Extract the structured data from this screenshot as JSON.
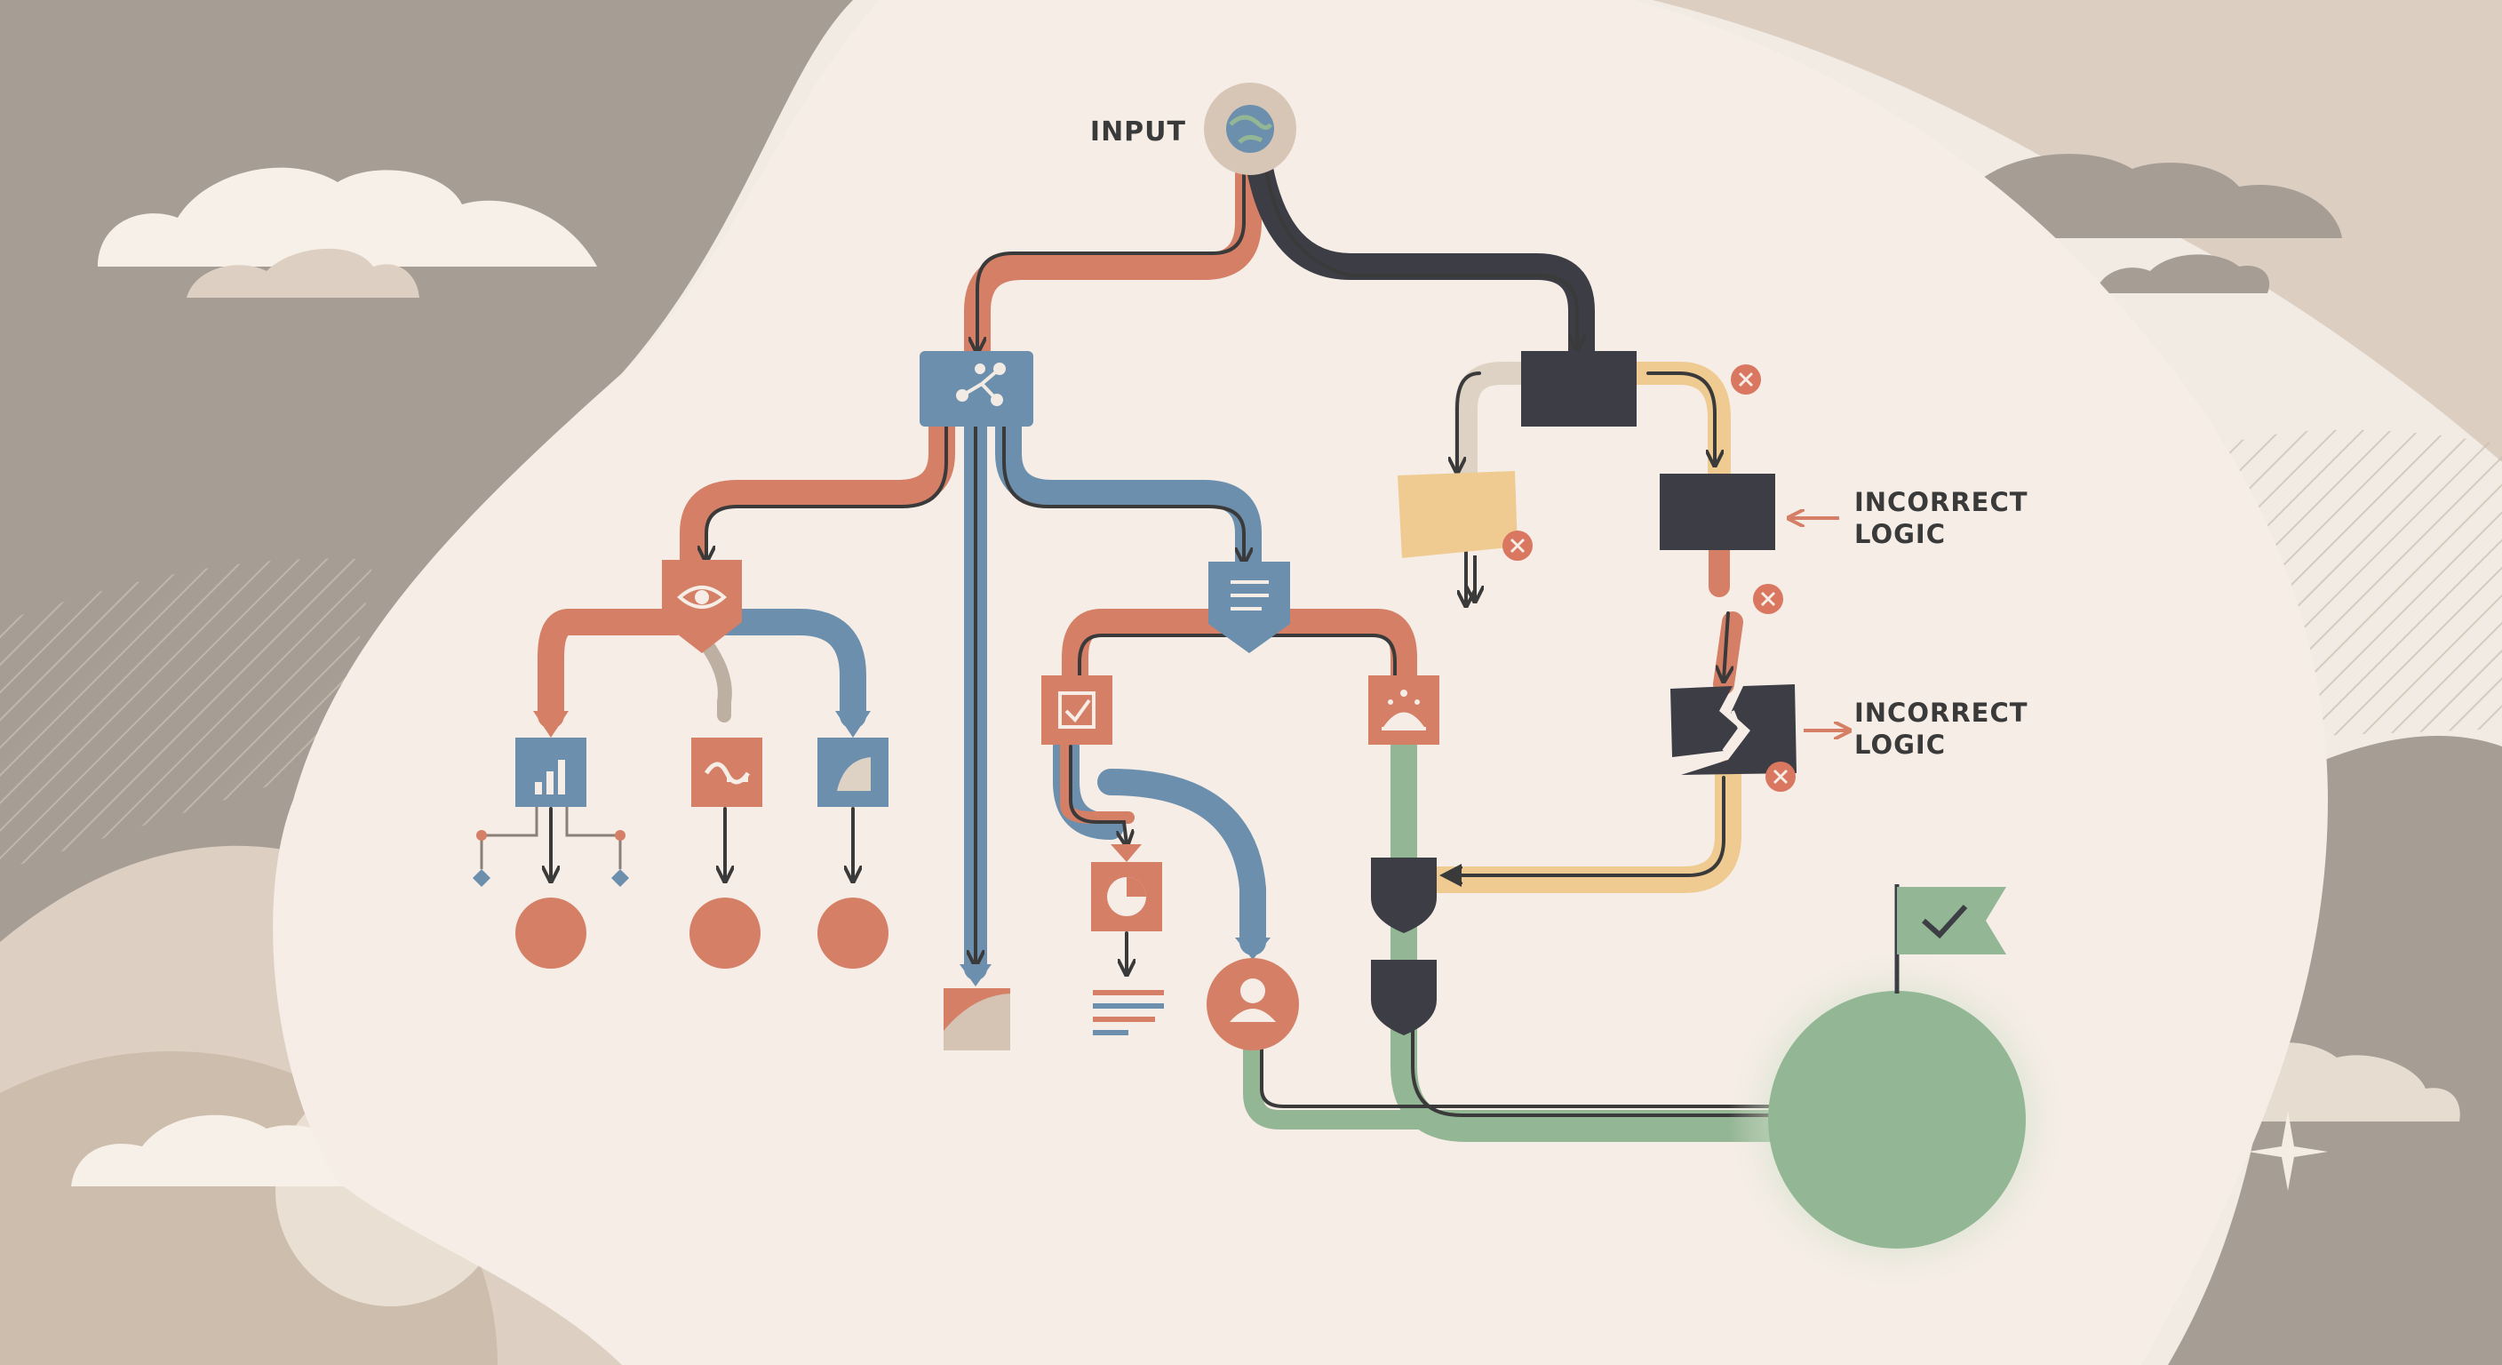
{
  "labels": {
    "input": "INPUT",
    "error_1": [
      "INCORRECT",
      "LOGIC"
    ],
    "error_2": [
      "INCORRECT",
      "LOGIC"
    ]
  },
  "colors": {
    "background": "#f2ebe3",
    "bg_hills_dark": "#a69d95",
    "bg_hills_light": "#dccfc2",
    "coral": "#d47f66",
    "slate_blue": "#6b8fad",
    "charcoal": "#3d3d45",
    "mustard": "#efcb92",
    "sage_green": "#93b694",
    "beige_path": "#ddd2c4",
    "arrow_stroke": "#3a3a3a",
    "error_badge": "#d97761"
  },
  "icons": [
    "globe-icon",
    "branch-icon",
    "eye-icon",
    "list-icon",
    "bar-chart-icon",
    "wave-icon",
    "area-chart-icon",
    "checkbox-icon",
    "pie-chart-icon",
    "dome-icon",
    "user-icon",
    "error-x-icon",
    "broken-block-icon",
    "check-flag-icon"
  ]
}
